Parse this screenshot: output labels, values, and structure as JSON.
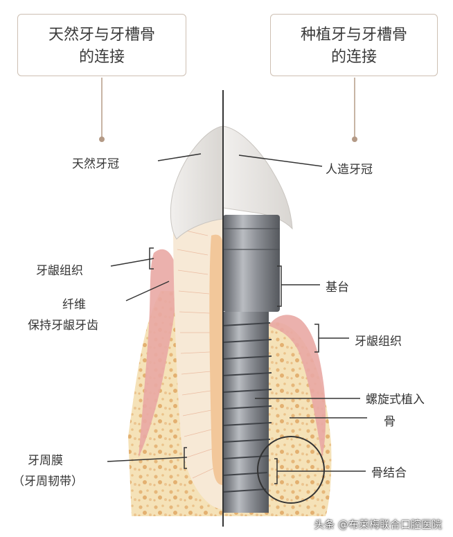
{
  "header": {
    "natural_title_line1": "天然牙与牙槽骨",
    "natural_title_line2": "的连接",
    "implant_title_line1": "种植牙与牙槽骨",
    "implant_title_line2": "的连接"
  },
  "labels": {
    "natural_crown": "天然牙冠",
    "gum_left": "牙龈组织",
    "fiber_line1": "纤维",
    "fiber_line2": "保持牙龈牙齿",
    "periodontal_line1": "牙周膜",
    "periodontal_line2": "（牙周韧带）",
    "artificial_crown": "人造牙冠",
    "abutment": "基台",
    "gum_right": "牙龈组织",
    "screw_implant": "螺旋式植入",
    "bone": "骨",
    "osseointegration": "骨结合"
  },
  "watermark": "头条 @布莱梅联合口腔医院",
  "colors": {
    "box_border": "#cdbfb2",
    "bone": "#f3dcae",
    "gum": "#e9a9a4",
    "root": "#f2c79a",
    "crown": "#e8e6e3",
    "implant": "#8c8f94",
    "leader": "#333333",
    "accent_dot": "#b49a86"
  }
}
